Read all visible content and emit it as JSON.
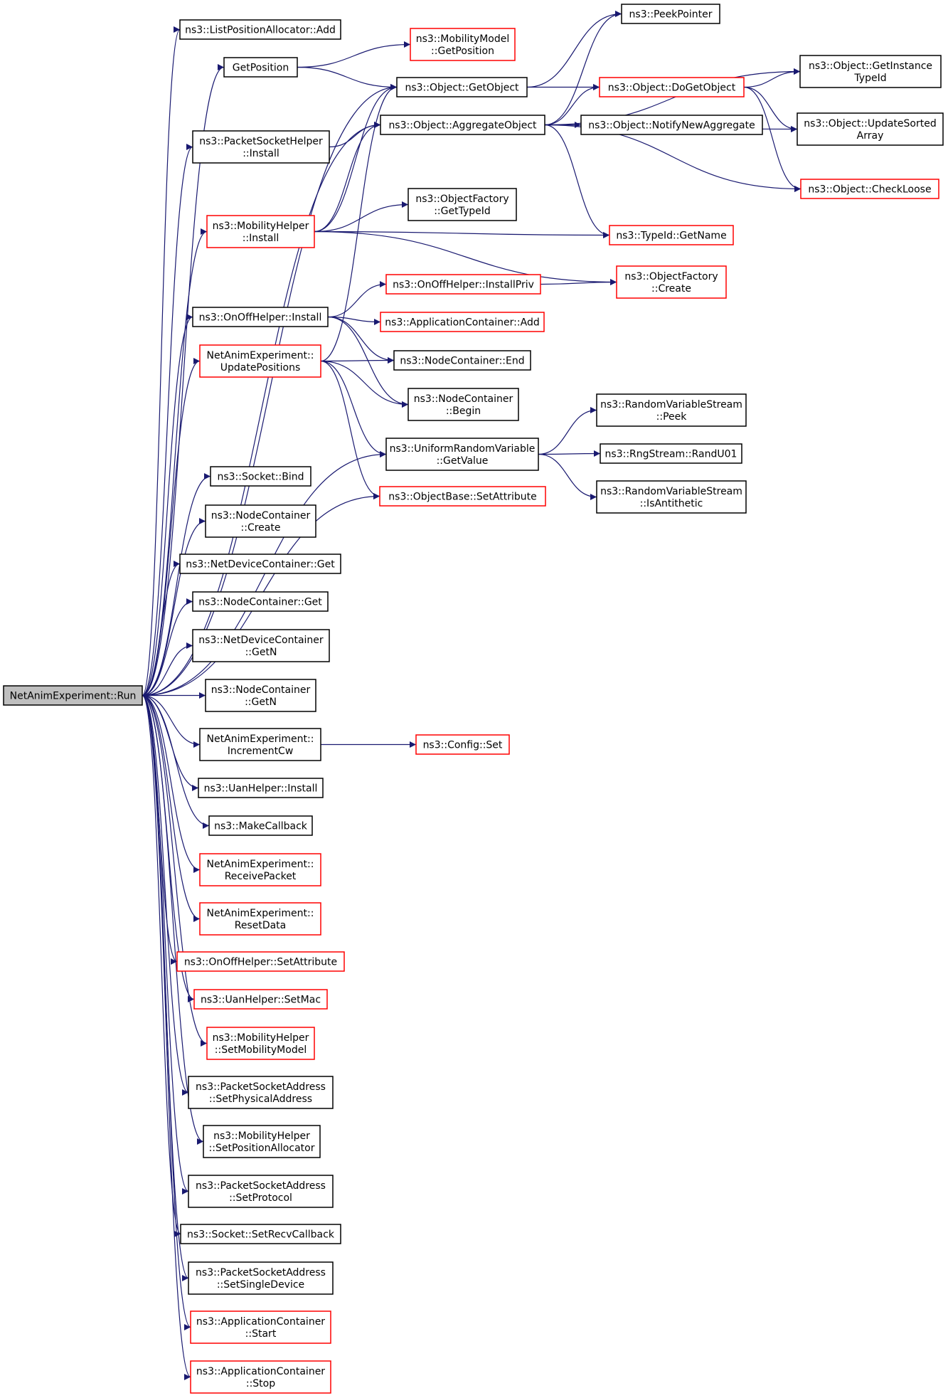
{
  "colors": {
    "edge": "#191970",
    "border_default": "#000000",
    "border_incomplete": "#ff0000",
    "root_fill": "#bfbfbf",
    "node_fill": "#ffffff"
  },
  "nodes": [
    {
      "id": "root",
      "lines": [
        "NetAnimExperiment::Run"
      ],
      "style": "root"
    },
    {
      "id": "lpa_add",
      "lines": [
        "ns3::ListPositionAllocator::Add"
      ],
      "style": "black"
    },
    {
      "id": "getpos",
      "lines": [
        "GetPosition"
      ],
      "style": "black"
    },
    {
      "id": "mm_getpos",
      "lines": [
        "ns3::MobilityModel",
        "::GetPosition"
      ],
      "style": "red"
    },
    {
      "id": "obj_getobject",
      "lines": [
        "ns3::Object::GetObject"
      ],
      "style": "black"
    },
    {
      "id": "peekpointer",
      "lines": [
        "ns3::PeekPointer"
      ],
      "style": "black"
    },
    {
      "id": "getinstancetypeid",
      "lines": [
        "ns3::Object::GetInstance",
        "TypeId"
      ],
      "style": "black"
    },
    {
      "id": "dogetobject",
      "lines": [
        "ns3::Object::DoGetObject"
      ],
      "style": "red"
    },
    {
      "id": "psh_install",
      "lines": [
        "ns3::PacketSocketHelper",
        "::Install"
      ],
      "style": "black"
    },
    {
      "id": "aggregate",
      "lines": [
        "ns3::Object::AggregateObject"
      ],
      "style": "black"
    },
    {
      "id": "notifynew",
      "lines": [
        "ns3::Object::NotifyNewAggregate"
      ],
      "style": "black"
    },
    {
      "id": "updatesorted",
      "lines": [
        "ns3::Object::UpdateSorted",
        "Array"
      ],
      "style": "black"
    },
    {
      "id": "checkloose",
      "lines": [
        "ns3::Object::CheckLoose"
      ],
      "style": "red"
    },
    {
      "id": "mh_install",
      "lines": [
        "ns3::MobilityHelper",
        "::Install"
      ],
      "style": "red"
    },
    {
      "id": "of_gettypeid",
      "lines": [
        "ns3::ObjectFactory",
        "::GetTypeId"
      ],
      "style": "black"
    },
    {
      "id": "typeid_getname",
      "lines": [
        "ns3::TypeId::GetName"
      ],
      "style": "red"
    },
    {
      "id": "of_create",
      "lines": [
        "ns3::ObjectFactory",
        "::Create"
      ],
      "style": "red"
    },
    {
      "id": "onoff_install",
      "lines": [
        "ns3::OnOffHelper::Install"
      ],
      "style": "black"
    },
    {
      "id": "onoff_installpriv",
      "lines": [
        "ns3::OnOffHelper::InstallPriv"
      ],
      "style": "red"
    },
    {
      "id": "appcont_add",
      "lines": [
        "ns3::ApplicationContainer::Add"
      ],
      "style": "red"
    },
    {
      "id": "nae_updatepos",
      "lines": [
        "NetAnimExperiment::",
        "UpdatePositions"
      ],
      "style": "red"
    },
    {
      "id": "nc_end",
      "lines": [
        "ns3::NodeContainer::End"
      ],
      "style": "black"
    },
    {
      "id": "nc_begin",
      "lines": [
        "ns3::NodeContainer",
        "::Begin"
      ],
      "style": "black"
    },
    {
      "id": "urv_getvalue",
      "lines": [
        "ns3::UniformRandomVariable",
        "::GetValue"
      ],
      "style": "black"
    },
    {
      "id": "rvs_peek",
      "lines": [
        "ns3::RandomVariableStream",
        "::Peek"
      ],
      "style": "black"
    },
    {
      "id": "rng_randu01",
      "lines": [
        "ns3::RngStream::RandU01"
      ],
      "style": "black"
    },
    {
      "id": "rvs_isanti",
      "lines": [
        "ns3::RandomVariableStream",
        "::IsAntithetic"
      ],
      "style": "black"
    },
    {
      "id": "objbase_setattr",
      "lines": [
        "ns3::ObjectBase::SetAttribute"
      ],
      "style": "red"
    },
    {
      "id": "socket_bind",
      "lines": [
        "ns3::Socket::Bind"
      ],
      "style": "black"
    },
    {
      "id": "nc_create",
      "lines": [
        "ns3::NodeContainer",
        "::Create"
      ],
      "style": "black"
    },
    {
      "id": "ndc_get",
      "lines": [
        "ns3::NetDeviceContainer::Get"
      ],
      "style": "black"
    },
    {
      "id": "nc_get",
      "lines": [
        "ns3::NodeContainer::Get"
      ],
      "style": "black"
    },
    {
      "id": "ndc_getn",
      "lines": [
        "ns3::NetDeviceContainer",
        "::GetN"
      ],
      "style": "black"
    },
    {
      "id": "nc_getn",
      "lines": [
        "ns3::NodeContainer",
        "::GetN"
      ],
      "style": "black"
    },
    {
      "id": "nae_inccw",
      "lines": [
        "NetAnimExperiment::",
        "IncrementCw"
      ],
      "style": "black"
    },
    {
      "id": "config_set",
      "lines": [
        "ns3::Config::Set"
      ],
      "style": "red"
    },
    {
      "id": "uan_install",
      "lines": [
        "ns3::UanHelper::Install"
      ],
      "style": "black"
    },
    {
      "id": "makecallback",
      "lines": [
        "ns3::MakeCallback"
      ],
      "style": "black"
    },
    {
      "id": "nae_recvpkt",
      "lines": [
        "NetAnimExperiment::",
        "ReceivePacket"
      ],
      "style": "red"
    },
    {
      "id": "nae_resetdata",
      "lines": [
        "NetAnimExperiment::",
        "ResetData"
      ],
      "style": "red"
    },
    {
      "id": "onoff_setattr",
      "lines": [
        "ns3::OnOffHelper::SetAttribute"
      ],
      "style": "red"
    },
    {
      "id": "uan_setmac",
      "lines": [
        "ns3::UanHelper::SetMac"
      ],
      "style": "red"
    },
    {
      "id": "mh_setmobmodel",
      "lines": [
        "ns3::MobilityHelper",
        "::SetMobilityModel"
      ],
      "style": "red"
    },
    {
      "id": "psa_setphys",
      "lines": [
        "ns3::PacketSocketAddress",
        "::SetPhysicalAddress"
      ],
      "style": "black"
    },
    {
      "id": "mh_setposalloc",
      "lines": [
        "ns3::MobilityHelper",
        "::SetPositionAllocator"
      ],
      "style": "black"
    },
    {
      "id": "psa_setproto",
      "lines": [
        "ns3::PacketSocketAddress",
        "::SetProtocol"
      ],
      "style": "black"
    },
    {
      "id": "socket_setrecv",
      "lines": [
        "ns3::Socket::SetRecvCallback"
      ],
      "style": "black"
    },
    {
      "id": "psa_setsingle",
      "lines": [
        "ns3::PacketSocketAddress",
        "::SetSingleDevice"
      ],
      "style": "black"
    },
    {
      "id": "appcont_start",
      "lines": [
        "ns3::ApplicationContainer",
        "::Start"
      ],
      "style": "red"
    },
    {
      "id": "appcont_stop",
      "lines": [
        "ns3::ApplicationContainer",
        "::Stop"
      ],
      "style": "red"
    }
  ],
  "edges": [
    {
      "from": "root",
      "to": "lpa_add"
    },
    {
      "from": "root",
      "to": "getpos"
    },
    {
      "from": "root",
      "to": "obj_getobject"
    },
    {
      "from": "root",
      "to": "psh_install"
    },
    {
      "from": "root",
      "to": "aggregate"
    },
    {
      "from": "root",
      "to": "mh_install"
    },
    {
      "from": "root",
      "to": "onoff_install"
    },
    {
      "from": "root",
      "to": "nae_updatepos"
    },
    {
      "from": "root",
      "to": "urv_getvalue"
    },
    {
      "from": "root",
      "to": "objbase_setattr"
    },
    {
      "from": "root",
      "to": "socket_bind"
    },
    {
      "from": "root",
      "to": "nc_create"
    },
    {
      "from": "root",
      "to": "ndc_get"
    },
    {
      "from": "root",
      "to": "nc_get"
    },
    {
      "from": "root",
      "to": "ndc_getn"
    },
    {
      "from": "root",
      "to": "nc_getn"
    },
    {
      "from": "root",
      "to": "nae_inccw"
    },
    {
      "from": "root",
      "to": "uan_install"
    },
    {
      "from": "root",
      "to": "makecallback"
    },
    {
      "from": "root",
      "to": "nae_recvpkt"
    },
    {
      "from": "root",
      "to": "nae_resetdata"
    },
    {
      "from": "root",
      "to": "onoff_setattr"
    },
    {
      "from": "root",
      "to": "uan_setmac"
    },
    {
      "from": "root",
      "to": "mh_setmobmodel"
    },
    {
      "from": "root",
      "to": "psa_setphys"
    },
    {
      "from": "root",
      "to": "mh_setposalloc"
    },
    {
      "from": "root",
      "to": "psa_setproto"
    },
    {
      "from": "root",
      "to": "socket_setrecv"
    },
    {
      "from": "root",
      "to": "psa_setsingle"
    },
    {
      "from": "root",
      "to": "appcont_start"
    },
    {
      "from": "root",
      "to": "appcont_stop"
    },
    {
      "from": "getpos",
      "to": "mm_getpos"
    },
    {
      "from": "getpos",
      "to": "obj_getobject"
    },
    {
      "from": "obj_getobject",
      "to": "peekpointer"
    },
    {
      "from": "obj_getobject",
      "to": "dogetobject"
    },
    {
      "from": "dogetobject",
      "to": "getinstancetypeid"
    },
    {
      "from": "dogetobject",
      "to": "updatesorted"
    },
    {
      "from": "dogetobject",
      "to": "checkloose"
    },
    {
      "from": "psh_install",
      "to": "aggregate"
    },
    {
      "from": "aggregate",
      "to": "peekpointer"
    },
    {
      "from": "aggregate",
      "to": "getinstancetypeid"
    },
    {
      "from": "aggregate",
      "to": "dogetobject"
    },
    {
      "from": "aggregate",
      "to": "notifynew"
    },
    {
      "from": "aggregate",
      "to": "updatesorted"
    },
    {
      "from": "aggregate",
      "to": "checkloose"
    },
    {
      "from": "aggregate",
      "to": "typeid_getname"
    },
    {
      "from": "mh_install",
      "to": "obj_getobject"
    },
    {
      "from": "mh_install",
      "to": "aggregate"
    },
    {
      "from": "mh_install",
      "to": "of_gettypeid"
    },
    {
      "from": "mh_install",
      "to": "typeid_getname"
    },
    {
      "from": "mh_install",
      "to": "of_create"
    },
    {
      "from": "onoff_install",
      "to": "onoff_installpriv"
    },
    {
      "from": "onoff_install",
      "to": "appcont_add"
    },
    {
      "from": "onoff_install",
      "to": "nc_end"
    },
    {
      "from": "onoff_install",
      "to": "nc_begin"
    },
    {
      "from": "onoff_installpriv",
      "to": "of_create"
    },
    {
      "from": "nae_updatepos",
      "to": "obj_getobject"
    },
    {
      "from": "nae_updatepos",
      "to": "nc_end"
    },
    {
      "from": "nae_updatepos",
      "to": "nc_begin"
    },
    {
      "from": "nae_updatepos",
      "to": "urv_getvalue"
    },
    {
      "from": "nae_updatepos",
      "to": "objbase_setattr"
    },
    {
      "from": "urv_getvalue",
      "to": "rvs_peek"
    },
    {
      "from": "urv_getvalue",
      "to": "rng_randu01"
    },
    {
      "from": "urv_getvalue",
      "to": "rvs_isanti"
    },
    {
      "from": "nae_inccw",
      "to": "config_set"
    }
  ]
}
